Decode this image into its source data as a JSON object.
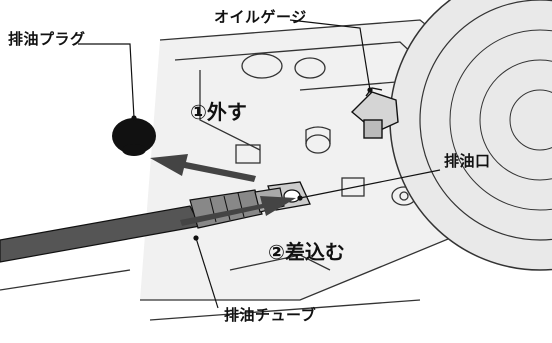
{
  "labels": {
    "drain_plug": "排油プラグ",
    "oil_gauge": "オイルゲージ",
    "drain_port": "排油口",
    "drain_tube": "排油チューブ",
    "step_remove": "①外す",
    "step_insert": "②差込む"
  },
  "colors": {
    "ink": "#111111",
    "paper": "#ffffff",
    "shade": "#c8c8c8",
    "tube": "#555555",
    "arrow": "#444444"
  }
}
